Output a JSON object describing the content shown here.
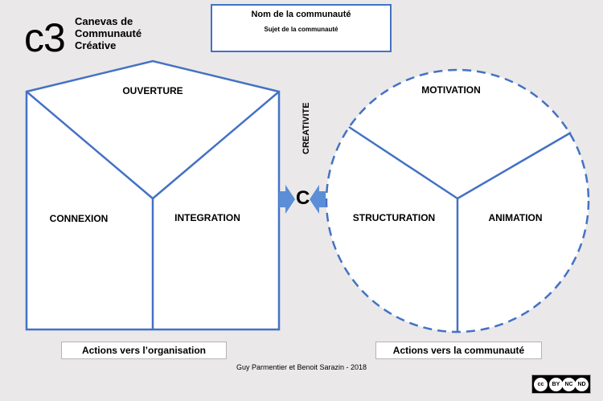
{
  "logo": {
    "mark": "c3",
    "lines": [
      "Canevas de",
      "Communauté",
      "Créative"
    ]
  },
  "header": {
    "community_name": "Nom de la communauté",
    "community_subject": "Sujet de la communauté"
  },
  "left_zone": {
    "top_label": "OUVERTURE",
    "left_label": "CONNEXION",
    "right_label": "INTEGRATION",
    "action_label": "Actions vers l’organisation"
  },
  "center": {
    "vertical_label": "CREATIVITE",
    "letter": "C"
  },
  "right_zone": {
    "top_label": "MOTIVATION",
    "left_label": "STRUCTURATION",
    "right_label": "ANIMATION",
    "action_label": "Actions vers la communauté"
  },
  "footer": {
    "credit": "Guy Parmentier et Benoit Sarazin - 2018"
  },
  "license_badge": {
    "icon": "creative-commons-by-nc-nd-icon",
    "marks": [
      "cc",
      "BY",
      "NC",
      "ND"
    ]
  },
  "colors": {
    "background": "#eae8e9",
    "line": "#4472c4",
    "arrow": "#5b8ed6"
  }
}
